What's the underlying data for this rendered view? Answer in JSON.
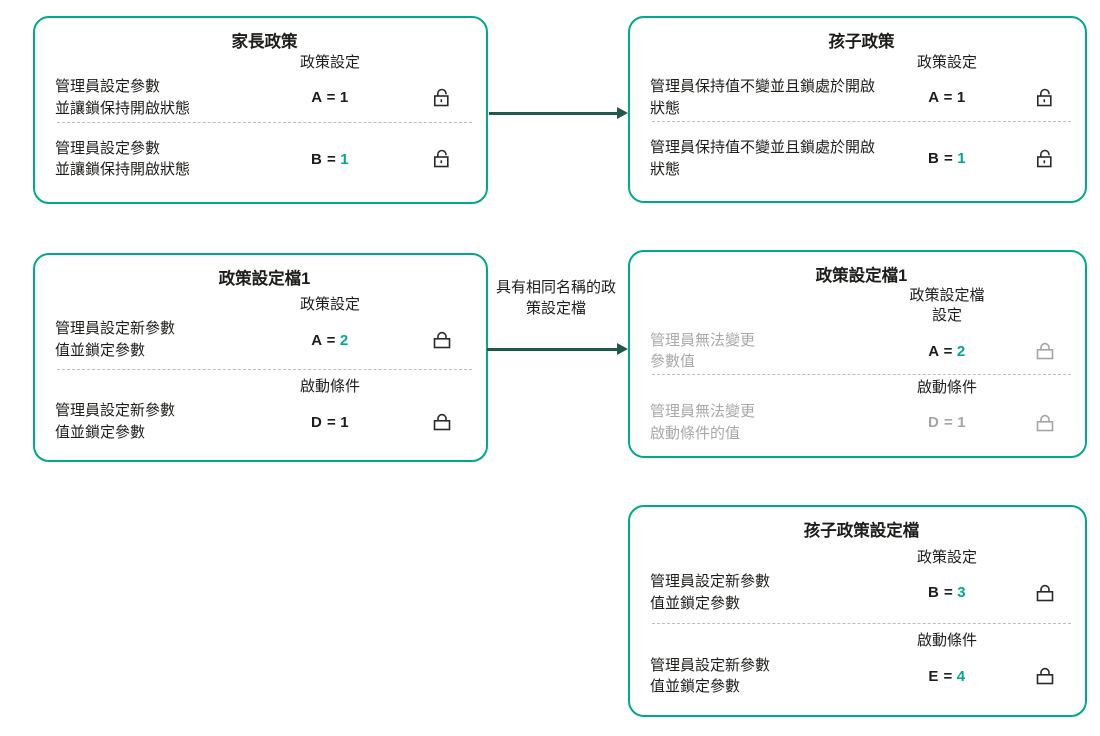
{
  "colors": {
    "box_border_teal": "#00a88e",
    "value_teal": "#00a88e",
    "arrow_dark_teal": "#21584e",
    "text_dark": "#1d1d1b",
    "text_gray": "#a9a9a9"
  },
  "boxes": [
    {
      "title": "家長政策",
      "groups": [
        {
          "header": "政策設定",
          "label": "管理員設定參數\n並讓鎖保持開啟狀態",
          "param": "A =",
          "value": "1",
          "value_color": "dark",
          "lock": "open",
          "lock_color": "dark"
        },
        {
          "header": "",
          "label": "管理員設定參數\n並讓鎖保持開啟狀態",
          "param": "B =",
          "value": "1",
          "value_color": "teal",
          "lock": "open",
          "lock_color": "dark"
        }
      ]
    },
    {
      "title": "孩子政策",
      "groups": [
        {
          "header": "政策設定",
          "label": "管理員保持值不變並且鎖處於開啟\n狀態",
          "param": "A =",
          "value": "1",
          "value_color": "dark",
          "lock": "open",
          "lock_color": "dark"
        },
        {
          "header": "",
          "label": "管理員保持值不變並且鎖處於開啟\n狀態",
          "param": "B =",
          "value": "1",
          "value_color": "teal",
          "lock": "open",
          "lock_color": "dark"
        }
      ]
    },
    {
      "title": "政策設定檔1",
      "groups": [
        {
          "header": "政策設定",
          "label": "管理員設定新參數\n值並鎖定參數",
          "param": "A =",
          "value": "2",
          "value_color": "teal",
          "lock": "locked",
          "lock_color": "dark"
        },
        {
          "header": "啟動條件",
          "label": "管理員設定新參數\n值並鎖定參數",
          "param": "D =",
          "value": "1",
          "value_color": "dark",
          "lock": "locked",
          "lock_color": "dark"
        }
      ]
    },
    {
      "title": "政策設定檔1",
      "groups": [
        {
          "header": "政策設定檔\n設定",
          "label": "管理員無法變更\n參數值",
          "param": "A =",
          "value": "2",
          "value_color": "teal",
          "lock": "locked",
          "lock_color": "gray"
        },
        {
          "header": "啟動條件",
          "label": "管理員無法變更\n啟動條件的值",
          "param": "D =",
          "value": "1",
          "value_color": "gray",
          "lock": "locked",
          "lock_color": "gray"
        }
      ]
    },
    {
      "title": "孩子政策設定檔",
      "groups": [
        {
          "header": "政策設定",
          "label": "管理員設定新參數\n值並鎖定參數",
          "param": "B =",
          "value": "3",
          "value_color": "teal",
          "lock": "locked",
          "lock_color": "dark"
        },
        {
          "header": "啟動條件",
          "label": "管理員設定新參數\n值並鎖定參數",
          "param": "E =",
          "value": "4",
          "value_color": "teal",
          "lock": "locked",
          "lock_color": "dark"
        }
      ]
    }
  ],
  "arrows": [
    {
      "label": ""
    },
    {
      "label": "具有相同名稱的政\n策設定檔"
    }
  ]
}
